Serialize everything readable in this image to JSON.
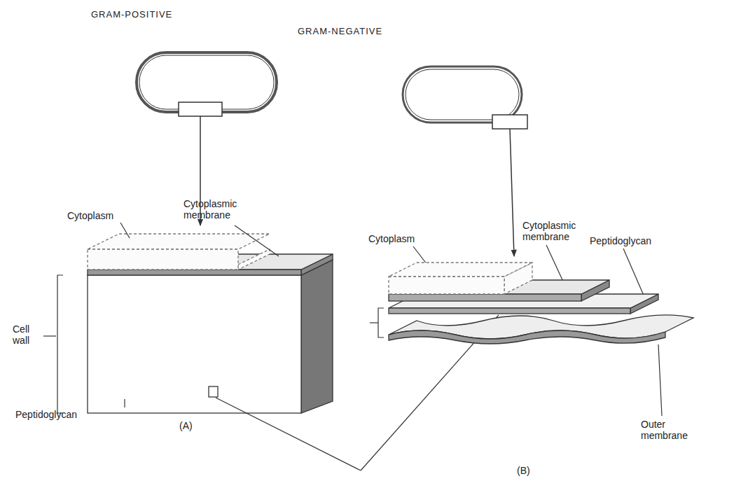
{
  "diagram": {
    "labels": [
      "GRAM-POSITIVE",
      "GRAM-NEGATIVE",
      "Cytoplasm",
      "Cytoplasmic membrane",
      "Cell wall",
      "Peptidoglycan",
      "(A)",
      "Cytoplasm",
      "Cytoplasmic membrane",
      "Peptidoglycan",
      "Outer membrane",
      "(B)"
    ]
  }
}
